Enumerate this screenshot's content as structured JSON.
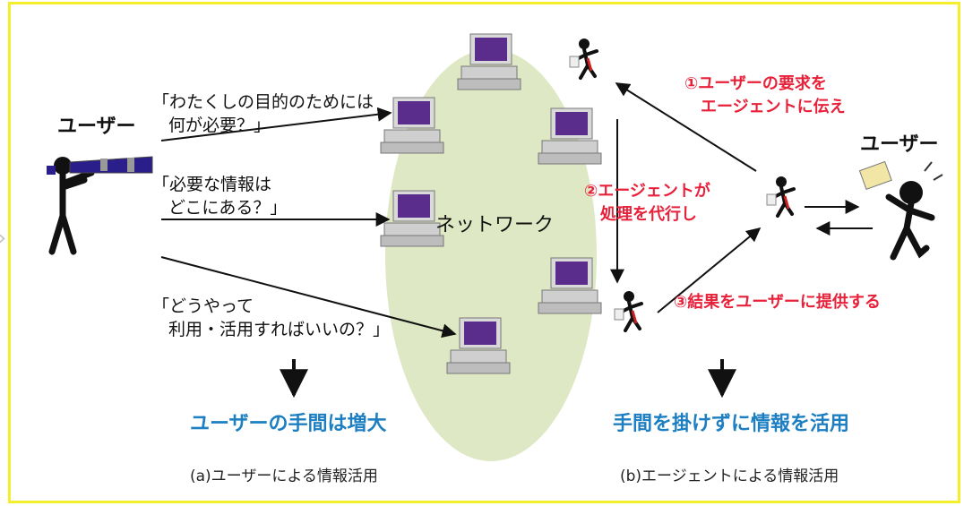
{
  "left": {
    "user_label": "ユーザー",
    "questions": [
      {
        "line1": "「わたくしの目的のためには",
        "line2": "何が必要？」"
      },
      {
        "line1": "「必要な情報は",
        "line2": "どこにある？」"
      },
      {
        "line1": "「どうやって",
        "line2": "利用・活用すればいいの？」"
      }
    ],
    "result": "ユーザーの手間は増大",
    "caption": "(a)ユーザーによる情報活用"
  },
  "network": {
    "label": "ネットワーク"
  },
  "right": {
    "user_label": "ユーザー",
    "steps": [
      {
        "line1": "①ユーザーの要求を",
        "line2": "エージェントに伝え"
      },
      {
        "line1": "②エージェントが",
        "line2": "処理を代行し"
      },
      {
        "line1": "③結果をユーザーに提供する",
        "line2": ""
      }
    ],
    "result": "手間を掛けずに情報を活用",
    "caption": "(b)エージェントによる情報活用"
  },
  "colors": {
    "frame": "#f5ef2b",
    "network_fill": "#dfe8c4",
    "step_text": "#e8213a",
    "result_text": "#1d7fc1",
    "monitor_screen": "#5a2d8c"
  },
  "icons": [
    "user-with-telescope-icon",
    "computer-icon",
    "agent-runner-icon",
    "user-figure-icon"
  ]
}
